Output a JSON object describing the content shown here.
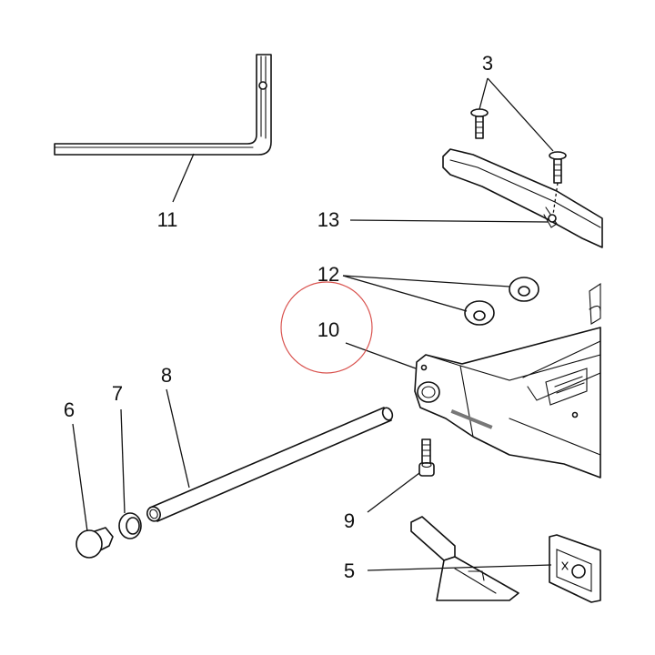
{
  "diagram": {
    "highlight_color": "#d9534f",
    "line_color": "#111111",
    "callouts": [
      {
        "id": "3",
        "label": "3"
      },
      {
        "id": "11",
        "label": "11"
      },
      {
        "id": "13",
        "label": "13"
      },
      {
        "id": "12",
        "label": "12"
      },
      {
        "id": "10",
        "label": "10"
      },
      {
        "id": "8",
        "label": "8"
      },
      {
        "id": "7",
        "label": "7"
      },
      {
        "id": "6",
        "label": "6"
      },
      {
        "id": "9",
        "label": "9"
      },
      {
        "id": "5",
        "label": "5"
      }
    ]
  }
}
